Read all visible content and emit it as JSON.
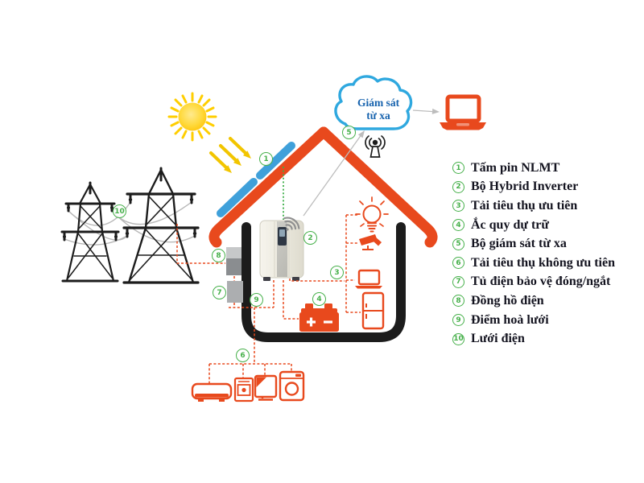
{
  "colors": {
    "c_orange": "#E8491D",
    "c_blue": "#3FA0DA",
    "c_cloud": "#2FA8DF",
    "c_cloud_text": "#1763AE",
    "c_green": "#46B04A",
    "c_green_line": "#3DAE49",
    "c_sun": "#FFCE00",
    "c_black": "#1C1C1C",
    "c_gray_line": "#BDBDBD",
    "c_text": "#13131F"
  },
  "cloud": {
    "line1": "Giám sát",
    "line2": "từ xa"
  },
  "legend": {
    "items": [
      {
        "num": "1",
        "label": "Tấm pin NLMT"
      },
      {
        "num": "2",
        "label": "Bộ Hybrid Inverter"
      },
      {
        "num": "3",
        "label": "Tải tiêu thụ ưu tiên"
      },
      {
        "num": "4",
        "label": "Ắc quy dự trữ"
      },
      {
        "num": "5",
        "label": "Bộ giám sát từ xa"
      },
      {
        "num": "6",
        "label": "Tải tiêu thụ không ưu tiên"
      },
      {
        "num": "7",
        "label": "Tủ điện bảo vệ đóng/ngắt"
      },
      {
        "num": "8",
        "label": "Đồng hồ điện"
      },
      {
        "num": "9",
        "label": "Điểm hoà lưới"
      },
      {
        "num": "10",
        "label": "Lưới điện"
      }
    ]
  }
}
